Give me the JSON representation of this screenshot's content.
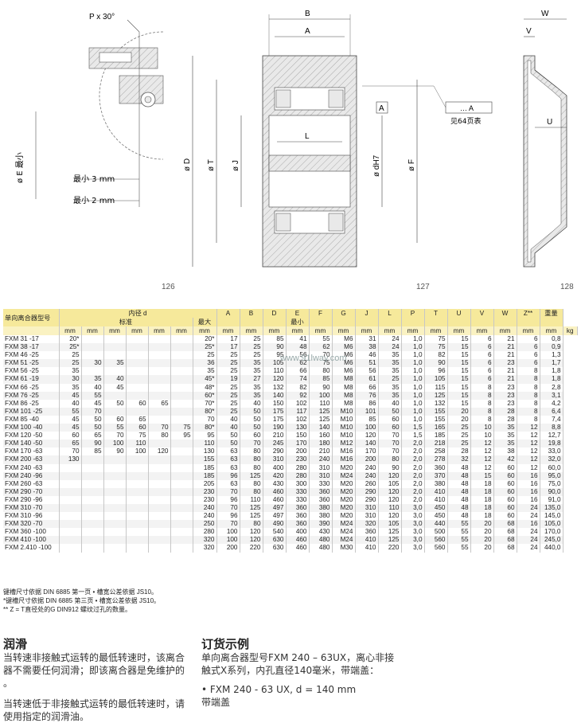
{
  "figures": {
    "page_numbers": [
      "126",
      "127",
      "128"
    ],
    "detail": {
      "p_label": "P x 30°",
      "e_label": "ø E 最小",
      "min3": "最小 3 mm",
      "min2": "最小 2 mm"
    },
    "section": {
      "b": "B",
      "a": "A",
      "d": "ø D",
      "t": "ø T",
      "j": "ø J",
      "l": "L",
      "dh7": "ø dH7",
      "f": "ø F",
      "datum": "A",
      "tol_box": "… A",
      "see_page": "见64页表"
    },
    "cover": {
      "w": "W",
      "v": "V",
      "u": "U"
    }
  },
  "table": {
    "group_header": "内径 d",
    "model_header": "单向离合器型号",
    "standard_label": "标准",
    "max_label": "最大",
    "min_label": "最小",
    "weight_header": "重量",
    "cols": [
      "A",
      "B",
      "D",
      "E",
      "F",
      "G",
      "J",
      "L",
      "P",
      "T",
      "U",
      "V",
      "W",
      "Z**"
    ],
    "units": [
      "mm",
      "mm",
      "mm",
      "mm",
      "mm",
      "mm",
      "mm",
      "mm",
      "mm",
      "mm",
      "mm",
      "mm",
      "mm",
      "mm",
      "mm",
      "mm",
      "mm",
      "mm",
      "mm",
      "mm",
      "mm",
      "mm",
      "kg"
    ],
    "rows": [
      [
        "FXM  31 -17",
        "20*",
        "",
        "",
        "",
        "",
        "",
        "20*",
        "17",
        "25",
        "85",
        "41",
        "55",
        "M6",
        "31",
        "24",
        "1,0",
        "75",
        "15",
        "6",
        "21",
        "6",
        "0,8"
      ],
      [
        "FXM  38 -17",
        "25*",
        "",
        "",
        "",
        "",
        "",
        "25*",
        "17",
        "25",
        "90",
        "48",
        "62",
        "M6",
        "38",
        "24",
        "1,0",
        "75",
        "15",
        "6",
        "21",
        "6",
        "0,9"
      ],
      [
        "FXM  46 -25",
        "25",
        "",
        "",
        "",
        "",
        "",
        "25",
        "25",
        "25",
        "95",
        "56",
        "70",
        "M6",
        "46",
        "35",
        "1,0",
        "82",
        "15",
        "6",
        "21",
        "6",
        "1,3"
      ],
      [
        "FXM  51 -25",
        "25",
        "30",
        "35",
        "",
        "",
        "",
        "36",
        "25",
        "35",
        "105",
        "62",
        "75",
        "M6",
        "51",
        "35",
        "1,0",
        "90",
        "15",
        "6",
        "23",
        "6",
        "1,7"
      ],
      [
        "FXM  56 -25",
        "35",
        "",
        "",
        "",
        "",
        "",
        "35",
        "25",
        "35",
        "110",
        "66",
        "80",
        "M6",
        "56",
        "35",
        "1,0",
        "96",
        "15",
        "6",
        "21",
        "8",
        "1,8"
      ],
      [
        "FXM  61 -19",
        "30",
        "35",
        "40",
        "",
        "",
        "",
        "45*",
        "19",
        "27",
        "120",
        "74",
        "85",
        "M8",
        "61",
        "25",
        "1,0",
        "105",
        "15",
        "6",
        "21",
        "8",
        "1,8"
      ],
      [
        "FXM  66 -25",
        "35",
        "40",
        "45",
        "",
        "",
        "",
        "48*",
        "25",
        "35",
        "132",
        "82",
        "90",
        "M8",
        "66",
        "35",
        "1,0",
        "115",
        "15",
        "8",
        "23",
        "8",
        "2,8"
      ],
      [
        "FXM  76 -25",
        "45",
        "55",
        "",
        "",
        "",
        "",
        "60*",
        "25",
        "35",
        "140",
        "92",
        "100",
        "M8",
        "76",
        "35",
        "1,0",
        "125",
        "15",
        "8",
        "23",
        "8",
        "3,1"
      ],
      [
        "FXM  86 -25",
        "40",
        "45",
        "50",
        "60",
        "65",
        "",
        "70*",
        "25",
        "40",
        "150",
        "102",
        "110",
        "M8",
        "86",
        "40",
        "1,0",
        "132",
        "15",
        "8",
        "23",
        "8",
        "4,2"
      ],
      [
        "FXM 101 -25",
        "55",
        "70",
        "",
        "",
        "",
        "",
        "80*",
        "25",
        "50",
        "175",
        "117",
        "125",
        "M10",
        "101",
        "50",
        "1,0",
        "155",
        "20",
        "8",
        "28",
        "8",
        "6,4"
      ],
      [
        "FXM  85 -40",
        "45",
        "50",
        "60",
        "65",
        "",
        "",
        "70",
        "40",
        "50",
        "175",
        "102",
        "125",
        "M10",
        "85",
        "60",
        "1,0",
        "155",
        "20",
        "8",
        "28",
        "8",
        "7,4"
      ],
      [
        "FXM 100 -40",
        "45",
        "50",
        "55",
        "60",
        "70",
        "75",
        "80*",
        "40",
        "50",
        "190",
        "130",
        "140",
        "M10",
        "100",
        "60",
        "1,5",
        "165",
        "25",
        "10",
        "35",
        "12",
        "8,8"
      ],
      [
        "FXM 120 -50",
        "60",
        "65",
        "70",
        "75",
        "80",
        "95",
        "95",
        "50",
        "60",
        "210",
        "150",
        "160",
        "M10",
        "120",
        "70",
        "1,5",
        "185",
        "25",
        "10",
        "35",
        "12",
        "12,7"
      ],
      [
        "FXM 140 -50",
        "65",
        "90",
        "100",
        "110",
        "",
        "",
        "110",
        "50",
        "70",
        "245",
        "170",
        "180",
        "M12",
        "140",
        "70",
        "2,0",
        "218",
        "25",
        "12",
        "35",
        "12",
        "19,8"
      ],
      [
        "FXM 170 -63",
        "70",
        "85",
        "90",
        "100",
        "120",
        "",
        "130",
        "63",
        "80",
        "290",
        "200",
        "210",
        "M16",
        "170",
        "70",
        "2,0",
        "258",
        "28",
        "12",
        "38",
        "12",
        "33,0"
      ],
      [
        "FXM 200 -63",
        "130",
        "",
        "",
        "",
        "",
        "",
        "155",
        "63",
        "80",
        "310",
        "230",
        "240",
        "M16",
        "200",
        "80",
        "2,0",
        "278",
        "32",
        "12",
        "42",
        "12",
        "32,0"
      ],
      [
        "FXM 240 -63",
        "",
        "",
        "",
        "",
        "",
        "",
        "185",
        "63",
        "80",
        "400",
        "280",
        "310",
        "M20",
        "240",
        "90",
        "2,0",
        "360",
        "48",
        "12",
        "60",
        "12",
        "60,0"
      ],
      [
        "FXM 240 -96",
        "",
        "",
        "",
        "",
        "",
        "",
        "185",
        "96",
        "125",
        "420",
        "280",
        "310",
        "M24",
        "240",
        "120",
        "2,0",
        "370",
        "48",
        "15",
        "60",
        "16",
        "95,0"
      ],
      [
        "FXM 260 -63",
        "",
        "",
        "",
        "",
        "",
        "",
        "205",
        "63",
        "80",
        "430",
        "300",
        "330",
        "M20",
        "260",
        "105",
        "2,0",
        "380",
        "48",
        "18",
        "60",
        "16",
        "75,0"
      ],
      [
        "FXM 290 -70",
        "",
        "",
        "",
        "",
        "",
        "",
        "230",
        "70",
        "80",
        "460",
        "330",
        "360",
        "M20",
        "290",
        "120",
        "2,0",
        "410",
        "48",
        "18",
        "60",
        "16",
        "90,0"
      ],
      [
        "FXM 290 -96",
        "",
        "",
        "",
        "",
        "",
        "",
        "230",
        "96",
        "110",
        "460",
        "330",
        "360",
        "M20",
        "290",
        "120",
        "2,0",
        "410",
        "48",
        "18",
        "60",
        "16",
        "91,0"
      ],
      [
        "FXM 310 -70",
        "",
        "",
        "",
        "",
        "",
        "",
        "240",
        "70",
        "125",
        "497",
        "360",
        "380",
        "M20",
        "310",
        "110",
        "3,0",
        "450",
        "48",
        "18",
        "60",
        "24",
        "135,0"
      ],
      [
        "FXM 310 -96",
        "",
        "",
        "",
        "",
        "",
        "",
        "240",
        "96",
        "125",
        "497",
        "360",
        "380",
        "M20",
        "310",
        "120",
        "3,0",
        "450",
        "48",
        "18",
        "60",
        "24",
        "145,0"
      ],
      [
        "FXM 320 -70",
        "",
        "",
        "",
        "",
        "",
        "",
        "250",
        "70",
        "80",
        "490",
        "360",
        "390",
        "M24",
        "320",
        "105",
        "3,0",
        "440",
        "55",
        "20",
        "68",
        "16",
        "105,0"
      ],
      [
        "FXM 360 -100",
        "",
        "",
        "",
        "",
        "",
        "",
        "280",
        "100",
        "120",
        "540",
        "400",
        "430",
        "M24",
        "360",
        "125",
        "3,0",
        "500",
        "55",
        "20",
        "68",
        "24",
        "170,0"
      ],
      [
        "FXM 410 -100",
        "",
        "",
        "",
        "",
        "",
        "",
        "320",
        "100",
        "120",
        "630",
        "460",
        "480",
        "M24",
        "410",
        "125",
        "3,0",
        "560",
        "55",
        "20",
        "68",
        "24",
        "245,0"
      ],
      [
        "FXM 2.410 -100",
        "",
        "",
        "",
        "",
        "",
        "",
        "320",
        "200",
        "220",
        "630",
        "460",
        "480",
        "M30",
        "410",
        "220",
        "3,0",
        "560",
        "55",
        "20",
        "68",
        "24",
        "440,0"
      ]
    ]
  },
  "notes": [
    "键槽尺寸依据 DIN 6885 第一页 • 槽宽公差依据 JS10。",
    "*键槽尺寸依据 DIN 6885 第三页 • 槽宽公差依据 JS10。",
    "** Z = T直径处的G DIN912 螺纹过孔的数量。"
  ],
  "watermark": "www.91lway.com",
  "lubrication": {
    "title": "润滑",
    "lines": [
      "当转速非接触式运转的最低转速时，该离合",
      "器不需要任何润滑；即该离合器是免维护的",
      "。",
      "",
      "当转速低于非接触式运转的最低转速时，请",
      "使用指定的润滑油。"
    ]
  },
  "order": {
    "title": "订货示例",
    "lines": [
      "单向离合器型号FXM 240 – 63UX，离心非接",
      "触式X系列，内孔直径140毫米，带端盖：",
      "",
      "•  FXM 240 - 63 UX, d = 140 mm",
      "    带端盖"
    ]
  }
}
